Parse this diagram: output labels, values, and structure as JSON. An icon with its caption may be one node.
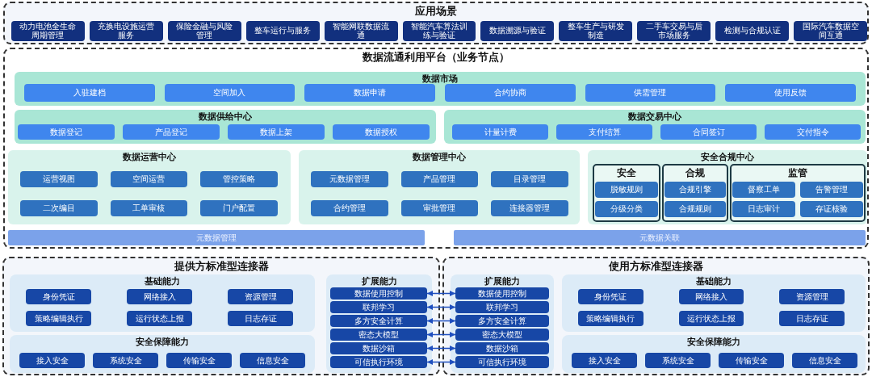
{
  "diagram": {
    "nodes": [
      {
        "text": [
          "应用场景"
        ]
      },
      {
        "text": [
          "动力电池全生命周期管理"
        ],
        "in": 0
      },
      {
        "text": [
          "充换电设施运营服务"
        ],
        "in": 0
      },
      {
        "text": [
          "保险金融与风险管理"
        ],
        "in": 0
      },
      {
        "text": [
          "整车运行与服务"
        ],
        "in": 0
      },
      {
        "text": [
          "智能网联数据流通"
        ],
        "in": 0
      },
      {
        "text": [
          "智能汽车算法训练与验证"
        ],
        "in": 0
      },
      {
        "text": [
          "数据溯源与验证"
        ],
        "in": 0
      },
      {
        "text": [
          "整车生产与研发制造"
        ],
        "in": 0
      },
      {
        "text": [
          "二手车交易与后市场服务"
        ],
        "in": 0
      },
      {
        "text": [
          "检测与合规认证"
        ],
        "in": 0
      },
      {
        "text": [
          "国际汽车数据空间互通"
        ],
        "in": 0
      },
      {
        "text": [
          "数据流通利用平台（业务节点）"
        ]
      },
      {
        "text": [
          "数据市场"
        ],
        "in": 12
      },
      {
        "text": [
          "入驻建档"
        ],
        "in": 13
      },
      {
        "text": [
          "空间加入"
        ],
        "in": 13
      },
      {
        "text": [
          "数据申请"
        ],
        "in": 13
      },
      {
        "text": [
          "合约协商"
        ],
        "in": 13
      },
      {
        "text": [
          "供需管理"
        ],
        "in": 13
      },
      {
        "text": [
          "使用反馈"
        ],
        "in": 13
      },
      {
        "text": [
          "数据供给中心"
        ],
        "in": 12
      },
      {
        "text": [
          "数据登记"
        ],
        "in": 20
      },
      {
        "text": [
          "产品登记"
        ],
        "in": 20
      },
      {
        "text": [
          "数据上架"
        ],
        "in": 20
      },
      {
        "text": [
          "数据授权"
        ],
        "in": 20
      },
      {
        "text": [
          "数据交易中心"
        ],
        "in": 12
      },
      {
        "text": [
          "计量计费"
        ],
        "in": 25
      },
      {
        "text": [
          "支付结算"
        ],
        "in": 25
      },
      {
        "text": [
          "合同签订"
        ],
        "in": 25
      },
      {
        "text": [
          "交付指令"
        ],
        "in": 25
      },
      {
        "text": [
          "数据运营中心"
        ],
        "in": 12
      },
      {
        "text": [
          "运营视图"
        ],
        "in": 30
      },
      {
        "text": [
          "空间运营"
        ],
        "in": 30
      },
      {
        "text": [
          "管控策略"
        ],
        "in": 30
      },
      {
        "text": [
          "二次编目"
        ],
        "in": 30
      },
      {
        "text": [
          "工单审核"
        ],
        "in": 30
      },
      {
        "text": [
          "门户配置"
        ],
        "in": 30
      },
      {
        "text": [
          "数据管理中心"
        ],
        "in": 12
      },
      {
        "text": [
          "元数据管理"
        ],
        "in": 37
      },
      {
        "text": [
          "产品管理"
        ],
        "in": 37
      },
      {
        "text": [
          "目录管理"
        ],
        "in": 37
      },
      {
        "text": [
          "合约管理"
        ],
        "in": 37
      },
      {
        "text": [
          "审批管理"
        ],
        "in": 37
      },
      {
        "text": [
          "连接器管理"
        ],
        "in": 37
      },
      {
        "text": [
          "安全合规中心"
        ],
        "in": 12
      },
      {
        "text": [
          "安全"
        ],
        "in": 44
      },
      {
        "text": [
          "脱敏规则"
        ],
        "in": 45
      },
      {
        "text": [
          "分级分类"
        ],
        "in": 45
      },
      {
        "text": [
          "合规"
        ],
        "in": 44
      },
      {
        "text": [
          "合规引擎"
        ],
        "in": 48
      },
      {
        "text": [
          "合规规则"
        ],
        "in": 48
      },
      {
        "text": [
          "监管"
        ],
        "in": 44
      },
      {
        "text": [
          "督察工单"
        ],
        "in": 51
      },
      {
        "text": [
          "告警管理"
        ],
        "in": 51
      },
      {
        "text": [
          "日志审计"
        ],
        "in": 51
      },
      {
        "text": [
          "存证核验"
        ],
        "in": 51
      },
      {
        "text": [
          "元数据管理"
        ],
        "in": 12
      },
      {
        "text": [
          "元数据关联"
        ],
        "in": 12
      },
      {
        "text": [
          "提供方标准型连接器"
        ]
      },
      {
        "text": [
          "基础能力"
        ],
        "in": 58
      },
      {
        "text": [
          "身份凭证"
        ],
        "in": 59
      },
      {
        "text": [
          "网络接入"
        ],
        "in": 59
      },
      {
        "text": [
          "资源管理"
        ],
        "in": 59
      },
      {
        "text": [
          "策略编辑执行"
        ],
        "in": 59
      },
      {
        "text": [
          "运行状态上报"
        ],
        "in": 59
      },
      {
        "text": [
          "日志存证"
        ],
        "in": 59
      },
      {
        "text": [
          "安全保障能力"
        ],
        "in": 58
      },
      {
        "text": [
          "接入安全"
        ],
        "in": 66
      },
      {
        "text": [
          "系统安全"
        ],
        "in": 66
      },
      {
        "text": [
          "传输安全"
        ],
        "in": 66
      },
      {
        "text": [
          "信息安全"
        ],
        "in": 66
      },
      {
        "text": [
          "扩展能力"
        ],
        "in": 58
      },
      {
        "text": [
          "数据使用控制"
        ],
        "in": 71
      },
      {
        "text": [
          "联邦学习"
        ],
        "in": 71
      },
      {
        "text": [
          "多方安全计算"
        ],
        "in": 71
      },
      {
        "text": [
          "密态大模型"
        ],
        "in": 71
      },
      {
        "text": [
          "数据沙箱"
        ],
        "in": 71
      },
      {
        "text": [
          "可信执行环境"
        ],
        "in": 71
      },
      {
        "text": [
          "使用方标准型连接器"
        ]
      },
      {
        "text": [
          "扩展能力"
        ],
        "in": 78
      },
      {
        "text": [
          "数据使用控制"
        ],
        "in": 79
      },
      {
        "text": [
          "联邦学习"
        ],
        "in": 79
      },
      {
        "text": [
          "多方安全计算"
        ],
        "in": 79
      },
      {
        "text": [
          "密态大模型"
        ],
        "in": 79
      },
      {
        "text": [
          "数据沙箱"
        ],
        "in": 79
      },
      {
        "text": [
          "可信执行环境"
        ],
        "in": 79
      },
      {
        "text": [
          "基础能力"
        ],
        "in": 78
      },
      {
        "text": [
          "身份凭证"
        ],
        "in": 86
      },
      {
        "text": [
          "网络接入"
        ],
        "in": 86
      },
      {
        "text": [
          "资源管理"
        ],
        "in": 86
      },
      {
        "text": [
          "策略编辑执行"
        ],
        "in": 86
      },
      {
        "text": [
          "运行状态上报"
        ],
        "in": 86
      },
      {
        "text": [
          "日志存证"
        ],
        "in": 86
      },
      {
        "text": [
          "安全保障能力"
        ],
        "in": 78
      },
      {
        "text": [
          "接入安全"
        ],
        "in": 93
      },
      {
        "text": [
          "系统安全"
        ],
        "in": 93
      },
      {
        "text": [
          "传输安全"
        ],
        "in": 93
      },
      {
        "text": [
          "信息安全"
        ],
        "in": 93
      }
    ],
    "edges": [
      {
        "from": 72,
        "to": 80,
        "arrow": "both"
      },
      {
        "from": 73,
        "to": 81,
        "arrow": "both"
      },
      {
        "from": 74,
        "to": 82,
        "arrow": "both"
      },
      {
        "from": 75,
        "to": 83,
        "arrow": "both"
      },
      {
        "from": 76,
        "to": 84,
        "arrow": "both"
      },
      {
        "from": 77,
        "to": 85,
        "arrow": "both"
      }
    ]
  }
}
